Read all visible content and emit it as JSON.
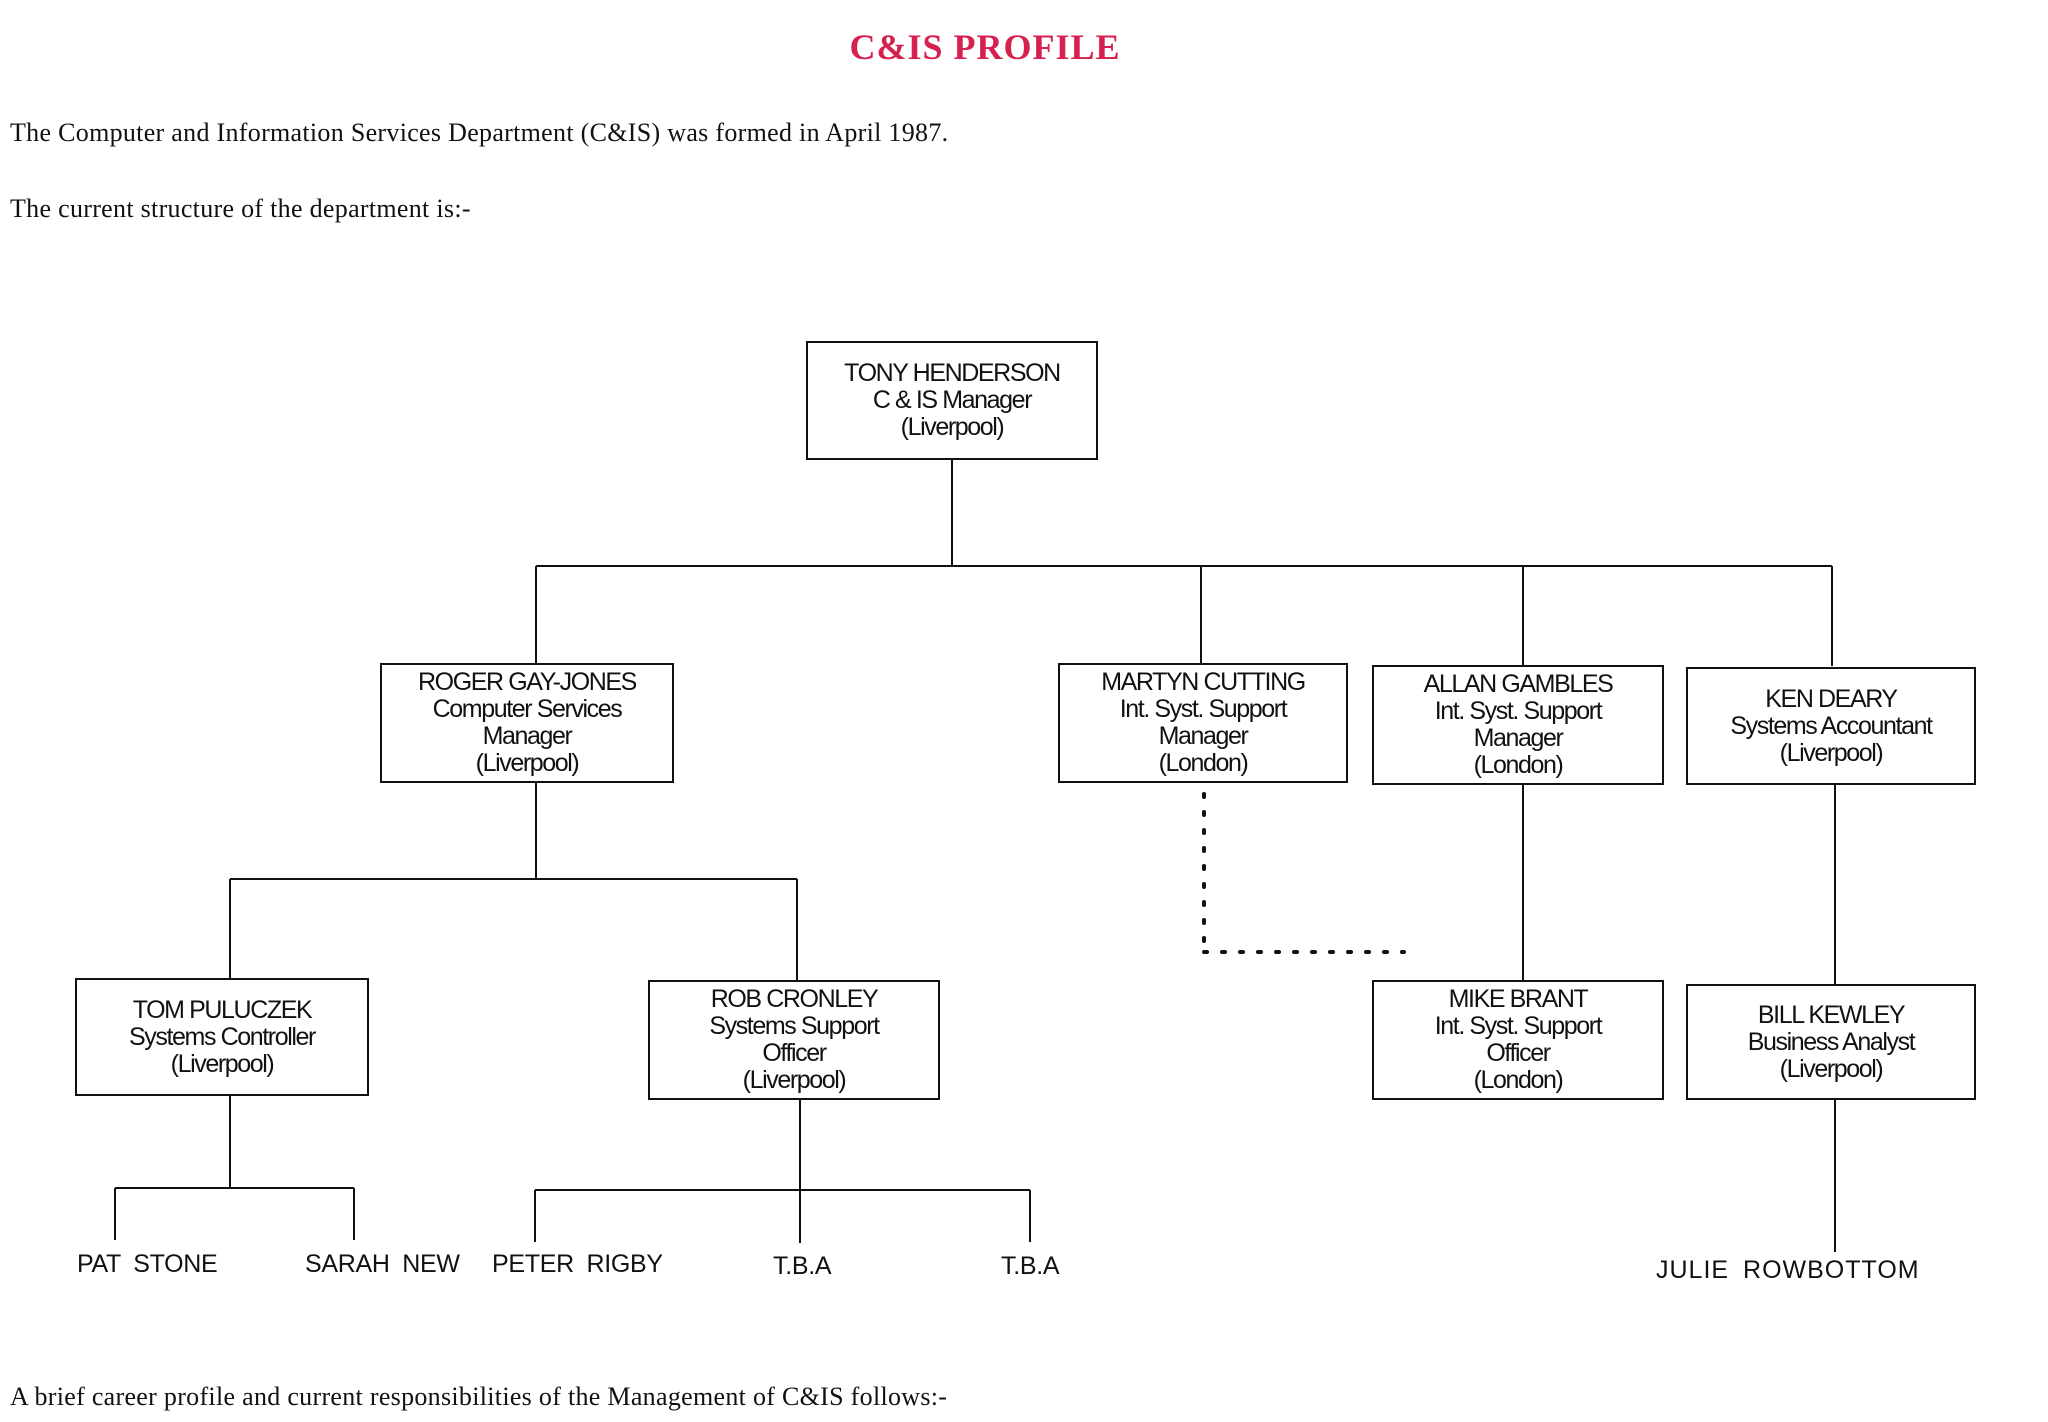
{
  "page": {
    "title": "C&IS  PROFILE",
    "title_color": "#d6204f",
    "intro": "The Computer and Information Services Department (C&IS) was formed in April 1987.",
    "structure_intro": "The current structure of the department is:-",
    "footer": "A brief career profile and current responsibilities of the Management of C&IS follows:-"
  },
  "org": {
    "tony": {
      "name": "TONY HENDERSON",
      "role": "C & IS Manager",
      "location": "(Liverpool)"
    },
    "roger": {
      "name": "ROGER GAY-JONES",
      "role_line1": "Computer Services",
      "role_line2": "Manager",
      "location": "(Liverpool)"
    },
    "martyn": {
      "name": "MARTYN CUTTING",
      "role_line1": "Int. Syst. Support",
      "role_line2": "Manager",
      "location": "(London)"
    },
    "allan": {
      "name": "ALLAN GAMBLES",
      "role_line1": "Int. Syst. Support",
      "role_line2": "Manager",
      "location": "(London)"
    },
    "ken": {
      "name": "KEN DEARY",
      "role": "Systems Accountant",
      "location": "(Liverpool)"
    },
    "tom": {
      "name": "TOM PULUCZEK",
      "role": "Systems Controller",
      "location": "(Liverpool)"
    },
    "rob": {
      "name": "ROB CRONLEY",
      "role_line1": "Systems Support",
      "role_line2": "Officer",
      "location": "(Liverpool)"
    },
    "mike": {
      "name": "MIKE BRANT",
      "role_line1": "Int. Syst. Support",
      "role_line2": "Officer",
      "location": "(London)"
    },
    "bill": {
      "name": "BILL KEWLEY",
      "role": "Business Analyst",
      "location": "(Liverpool)"
    },
    "staff": {
      "pat": "PAT  STONE",
      "sarah": "SARAH  NEW",
      "peter": "PETER  RIGBY",
      "tba1": "T.B.A",
      "tba2": "T.B.A",
      "julie": "JULIE ROWBOTTOM"
    }
  }
}
